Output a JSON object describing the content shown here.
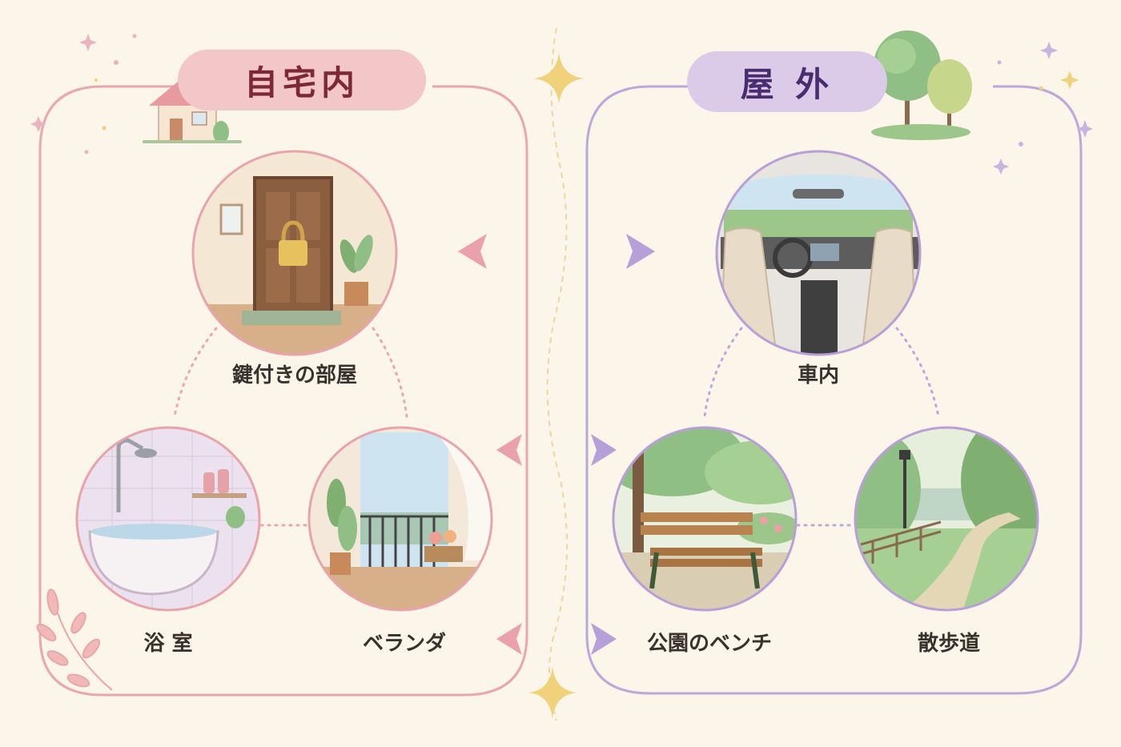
{
  "groups": {
    "home": {
      "title": "自宅内",
      "accent": "#e8a3aa"
    },
    "outdoor": {
      "title": "屋 外",
      "accent": "#b9a2d6"
    }
  },
  "places": {
    "locked_room": "鍵付きの部屋",
    "bathroom": "浴 室",
    "veranda": "ベランダ",
    "car": "車内",
    "park_bench": "公園のベンチ",
    "walkway": "散歩道"
  },
  "colors": {
    "background": "#fbf5ea",
    "home_line": "#eaa7ad",
    "outdoor_line": "#bea7d9",
    "gold_star": "#f0d27a"
  }
}
